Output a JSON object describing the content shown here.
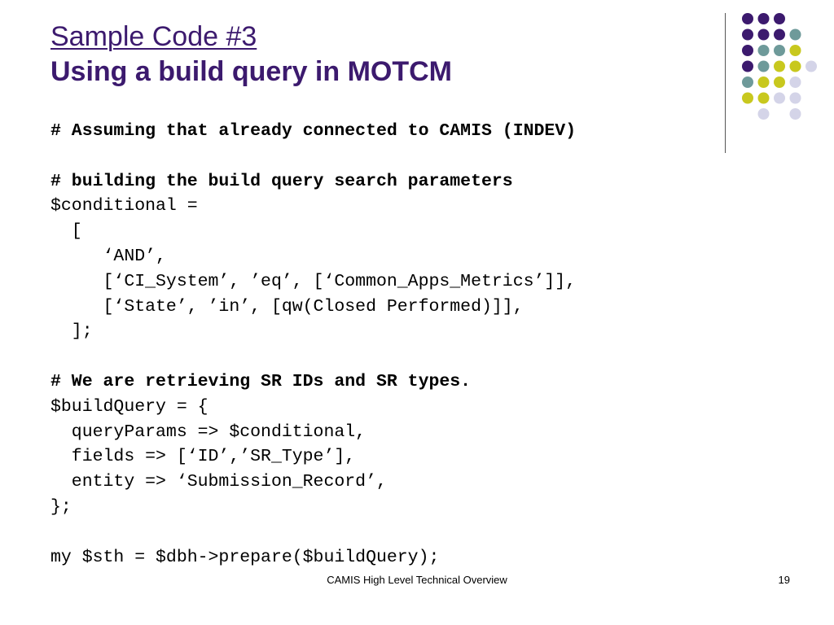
{
  "slide": {
    "title_line1": "Sample Code #3",
    "title_line2": "Using a build query in MOTCM",
    "code_lines": [
      {
        "text": "# Assuming that already connected to CAMIS (INDEV)",
        "bold": true
      },
      {
        "text": "",
        "bold": false
      },
      {
        "text": "# building the build query search parameters",
        "bold": true
      },
      {
        "text": "$conditional =",
        "bold": false
      },
      {
        "text": "  [",
        "bold": false
      },
      {
        "text": "     ‘AND’,",
        "bold": false
      },
      {
        "text": "     [‘CI_System’, ’eq’, [‘Common_Apps_Metrics’]],",
        "bold": false
      },
      {
        "text": "     [‘State’, ’in’, [qw(Closed Performed)]],",
        "bold": false
      },
      {
        "text": "  ];",
        "bold": false
      },
      {
        "text": "",
        "bold": false
      },
      {
        "text": "# We are retrieving SR IDs and SR types.",
        "bold": true
      },
      {
        "text": "$buildQuery = {",
        "bold": false
      },
      {
        "text": "  queryParams => $conditional,",
        "bold": false
      },
      {
        "text": "  fields => [‘ID’,’SR_Type’],",
        "bold": false
      },
      {
        "text": "  entity => ‘Submission_Record’,",
        "bold": false
      },
      {
        "text": "};",
        "bold": false
      },
      {
        "text": "",
        "bold": false
      },
      {
        "text": "my $sth = $dbh->prepare($buildQuery);",
        "bold": false
      }
    ],
    "footer": "CAMIS High Level Technical Overview",
    "page_number": "19"
  },
  "colors": {
    "title": "#3c1a6e",
    "dot_purple": "#3c1a6e",
    "dot_teal": "#6e9a9a",
    "dot_yellow": "#c8c81e",
    "dot_lavender": "#d4d4e8"
  },
  "decoration": {
    "dot_grid": [
      [
        "purple",
        "purple",
        "purple",
        null,
        null
      ],
      [
        "purple",
        "purple",
        "purple",
        "teal",
        null
      ],
      [
        "purple",
        "teal",
        "teal",
        "yellow",
        null
      ],
      [
        "purple",
        "teal",
        "yellow",
        "yellow",
        "lavender"
      ],
      [
        "teal",
        "yellow",
        "yellow",
        "lavender",
        null
      ],
      [
        "yellow",
        "yellow",
        "lavender",
        "lavender",
        null
      ],
      [
        null,
        "lavender",
        null,
        "lavender",
        null
      ]
    ]
  }
}
